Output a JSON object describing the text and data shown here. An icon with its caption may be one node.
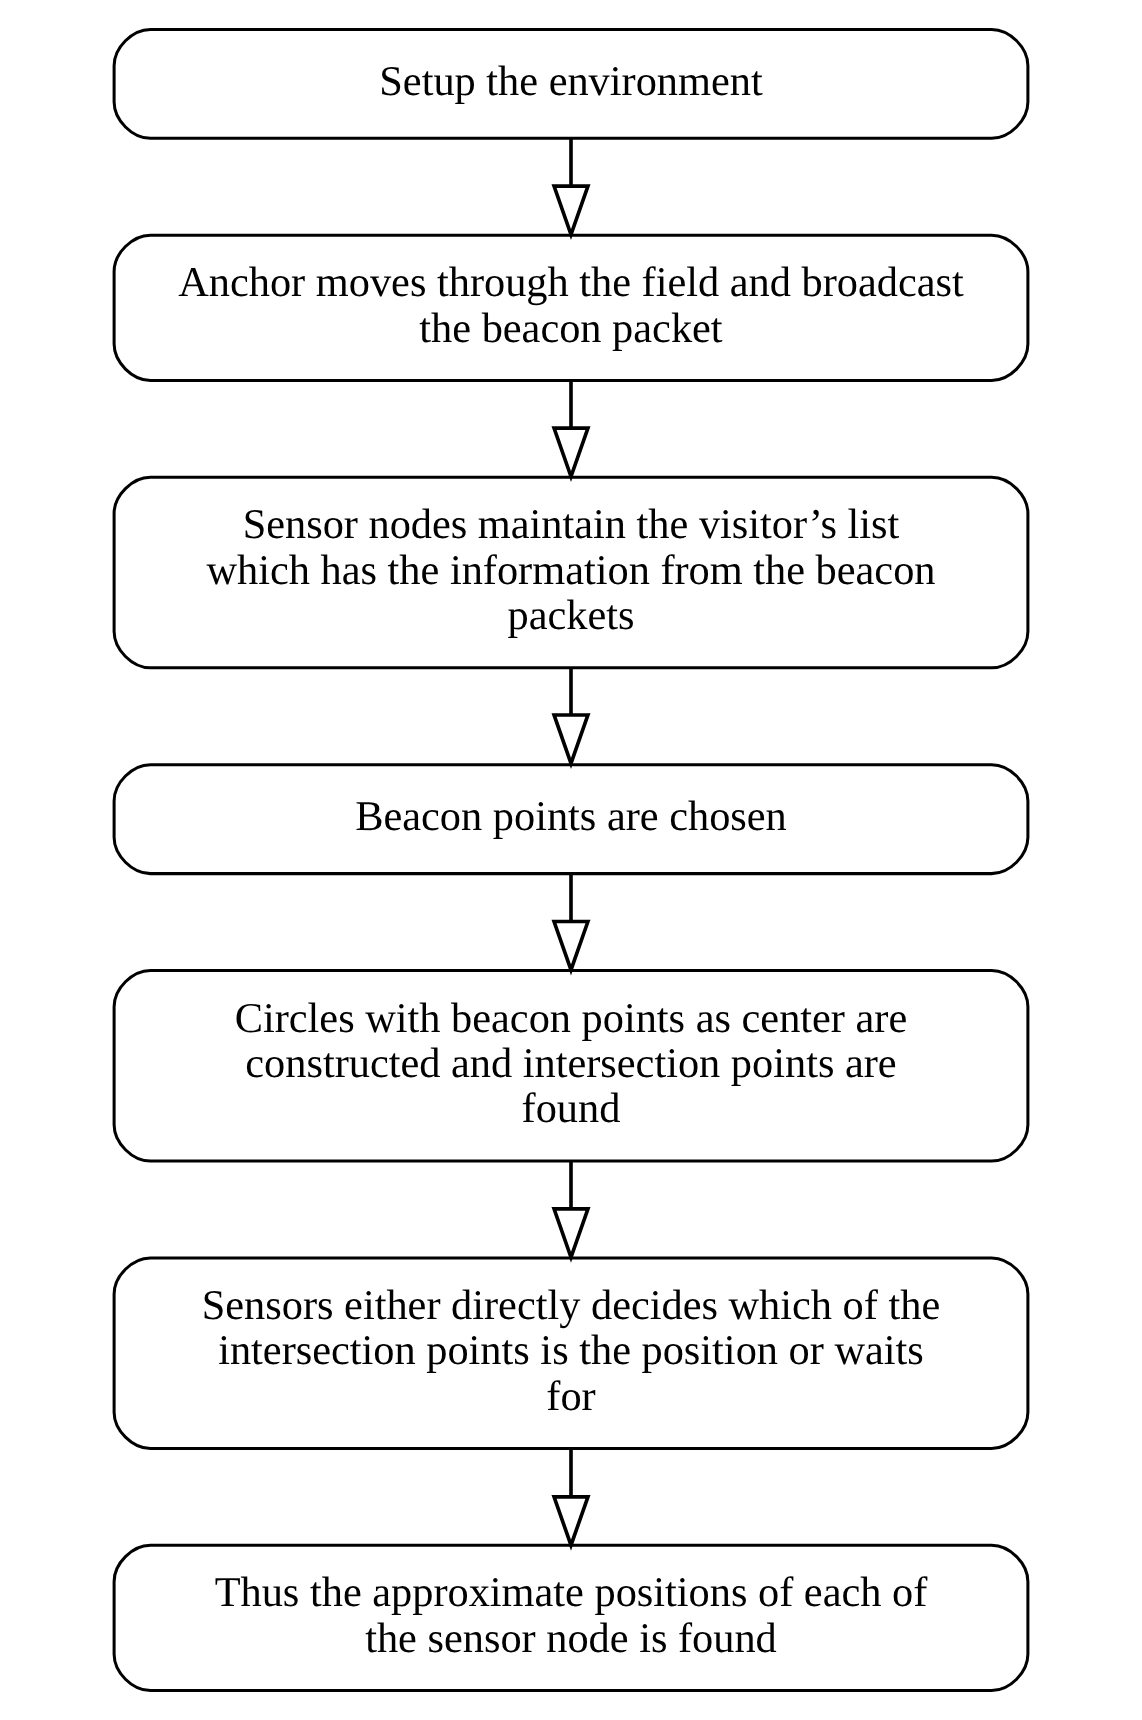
{
  "diagram": {
    "nodes": [
      {
        "text": [
          "Setup the environment"
        ]
      },
      {
        "text": [
          "Anchor moves through the field and broadcast the beacon packet"
        ]
      },
      {
        "text": [
          "Sensor nodes maintain the visitor’s list which has the information from the beacon packets"
        ]
      },
      {
        "text": [
          "Beacon points are chosen"
        ]
      },
      {
        "text": [
          "Circles with beacon points as center are constructed and intersection points are found"
        ]
      },
      {
        "text": [
          "Sensors either directly decides which of the intersection points is the position or waits for"
        ]
      },
      {
        "text": [
          "Thus the approximate positions of each of the sensor node is found"
        ]
      }
    ],
    "edges": [
      {
        "from": 0,
        "to": 1,
        "arrow": "to"
      },
      {
        "from": 1,
        "to": 2,
        "arrow": "to"
      },
      {
        "from": 2,
        "to": 3,
        "arrow": "to"
      },
      {
        "from": 3,
        "to": 4,
        "arrow": "to"
      },
      {
        "from": 4,
        "to": 5,
        "arrow": "to"
      },
      {
        "from": 5,
        "to": 6,
        "arrow": "to"
      }
    ]
  }
}
